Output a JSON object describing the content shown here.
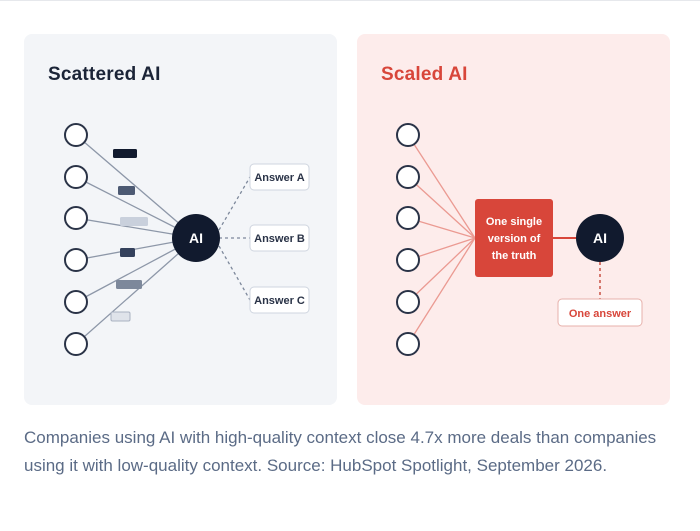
{
  "left_panel": {
    "title": "Scattered AI",
    "ai_label": "AI",
    "answers": [
      "Answer A",
      "Answer B",
      "Answer C"
    ]
  },
  "right_panel": {
    "title": "Scaled AI",
    "truth_box_lines": [
      "One single",
      "version of",
      "the truth"
    ],
    "ai_label": "AI",
    "answer": "One answer"
  },
  "caption": "Companies using AI with high-quality context close 4.7x more deals than companies using it with low-quality context. Source: HubSpot Spotlight, September 2026.",
  "colors": {
    "navy": "#111a2e",
    "red": "#d8463a",
    "left_panel_bg": "#f3f5f8",
    "right_panel_bg": "#fdeceb"
  }
}
